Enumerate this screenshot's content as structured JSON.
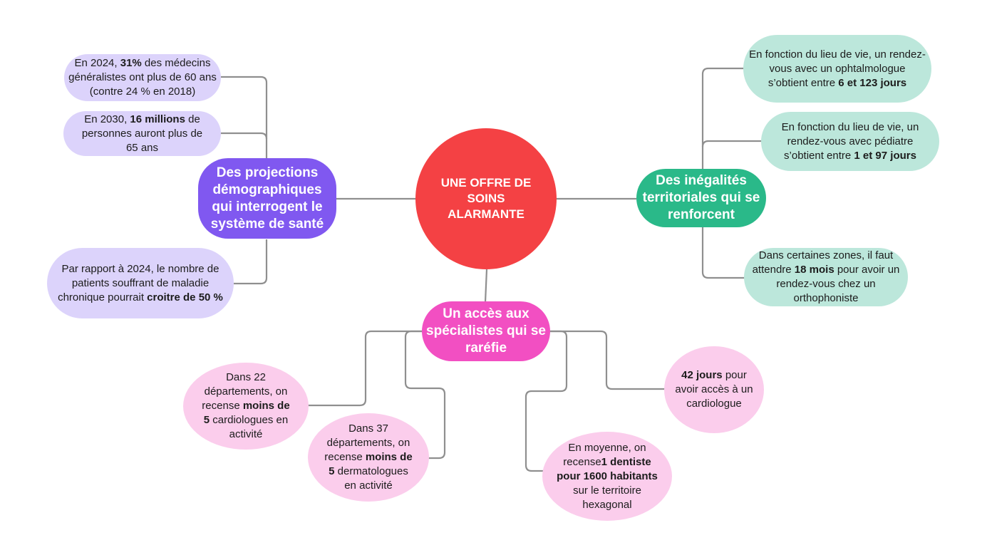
{
  "colors": {
    "center": "#f44144",
    "branch_purple": "#8058f0",
    "branch_green": "#2ab989",
    "branch_pink": "#f24fc2",
    "leaf_purple": "#dcd3fb",
    "leaf_green": "#bce7db",
    "leaf_pink": "#fbcdec",
    "connector": "#8f8f8f"
  },
  "center": {
    "label": "UNE OFFRE DE SOINS ALARMANTE"
  },
  "branches": {
    "demography": {
      "label": "Des projections démographiques qui interrogent le système de santé",
      "leaves": [
        {
          "pre": "En 2024, ",
          "bold": "31%",
          "post": " des médecins généralistes ont plus de 60 ans (contre 24 % en 2018)"
        },
        {
          "pre": "En 2030, ",
          "bold": "16 millions",
          "post": " de personnes auront plus de 65 ans"
        },
        {
          "pre": "Par rapport à 2024, le nombre de patients souffrant de maladie chronique pourrait ",
          "bold": "croitre de 50 %",
          "post": ""
        }
      ]
    },
    "territorial": {
      "label": "Des inégalités territoriales qui se renforcent",
      "leaves": [
        {
          "pre": "En fonction du lieu de vie, un rendez-vous avec un ophtalmologue s’obtient entre ",
          "bold": "6 et 123 jours",
          "post": ""
        },
        {
          "pre": "En fonction du lieu de vie, un rendez-vous avec pédiatre s’obtient entre ",
          "bold": "1 et 97 jours",
          "post": ""
        },
        {
          "pre": "Dans certaines zones, il faut attendre ",
          "bold": "18 mois",
          "post": " pour avoir un rendez-vous chez un orthophoniste"
        }
      ]
    },
    "specialists": {
      "label": "Un accès aux spécialistes qui se raréfie",
      "leaves": [
        {
          "pre": "Dans 22 départements, on recense ",
          "bold": "moins de 5",
          "post": " cardiologues en activité"
        },
        {
          "pre": "Dans 37 départements, on recense ",
          "bold": "moins de 5",
          "post": " dermatologues en activité"
        },
        {
          "pre": "En moyenne, on recense",
          "bold": "1 dentiste pour 1600 habitants",
          "post": " sur le territoire hexagonal"
        },
        {
          "pre": "",
          "bold": "42 jours",
          "post": " pour avoir accès à un cardiologue"
        }
      ]
    }
  }
}
